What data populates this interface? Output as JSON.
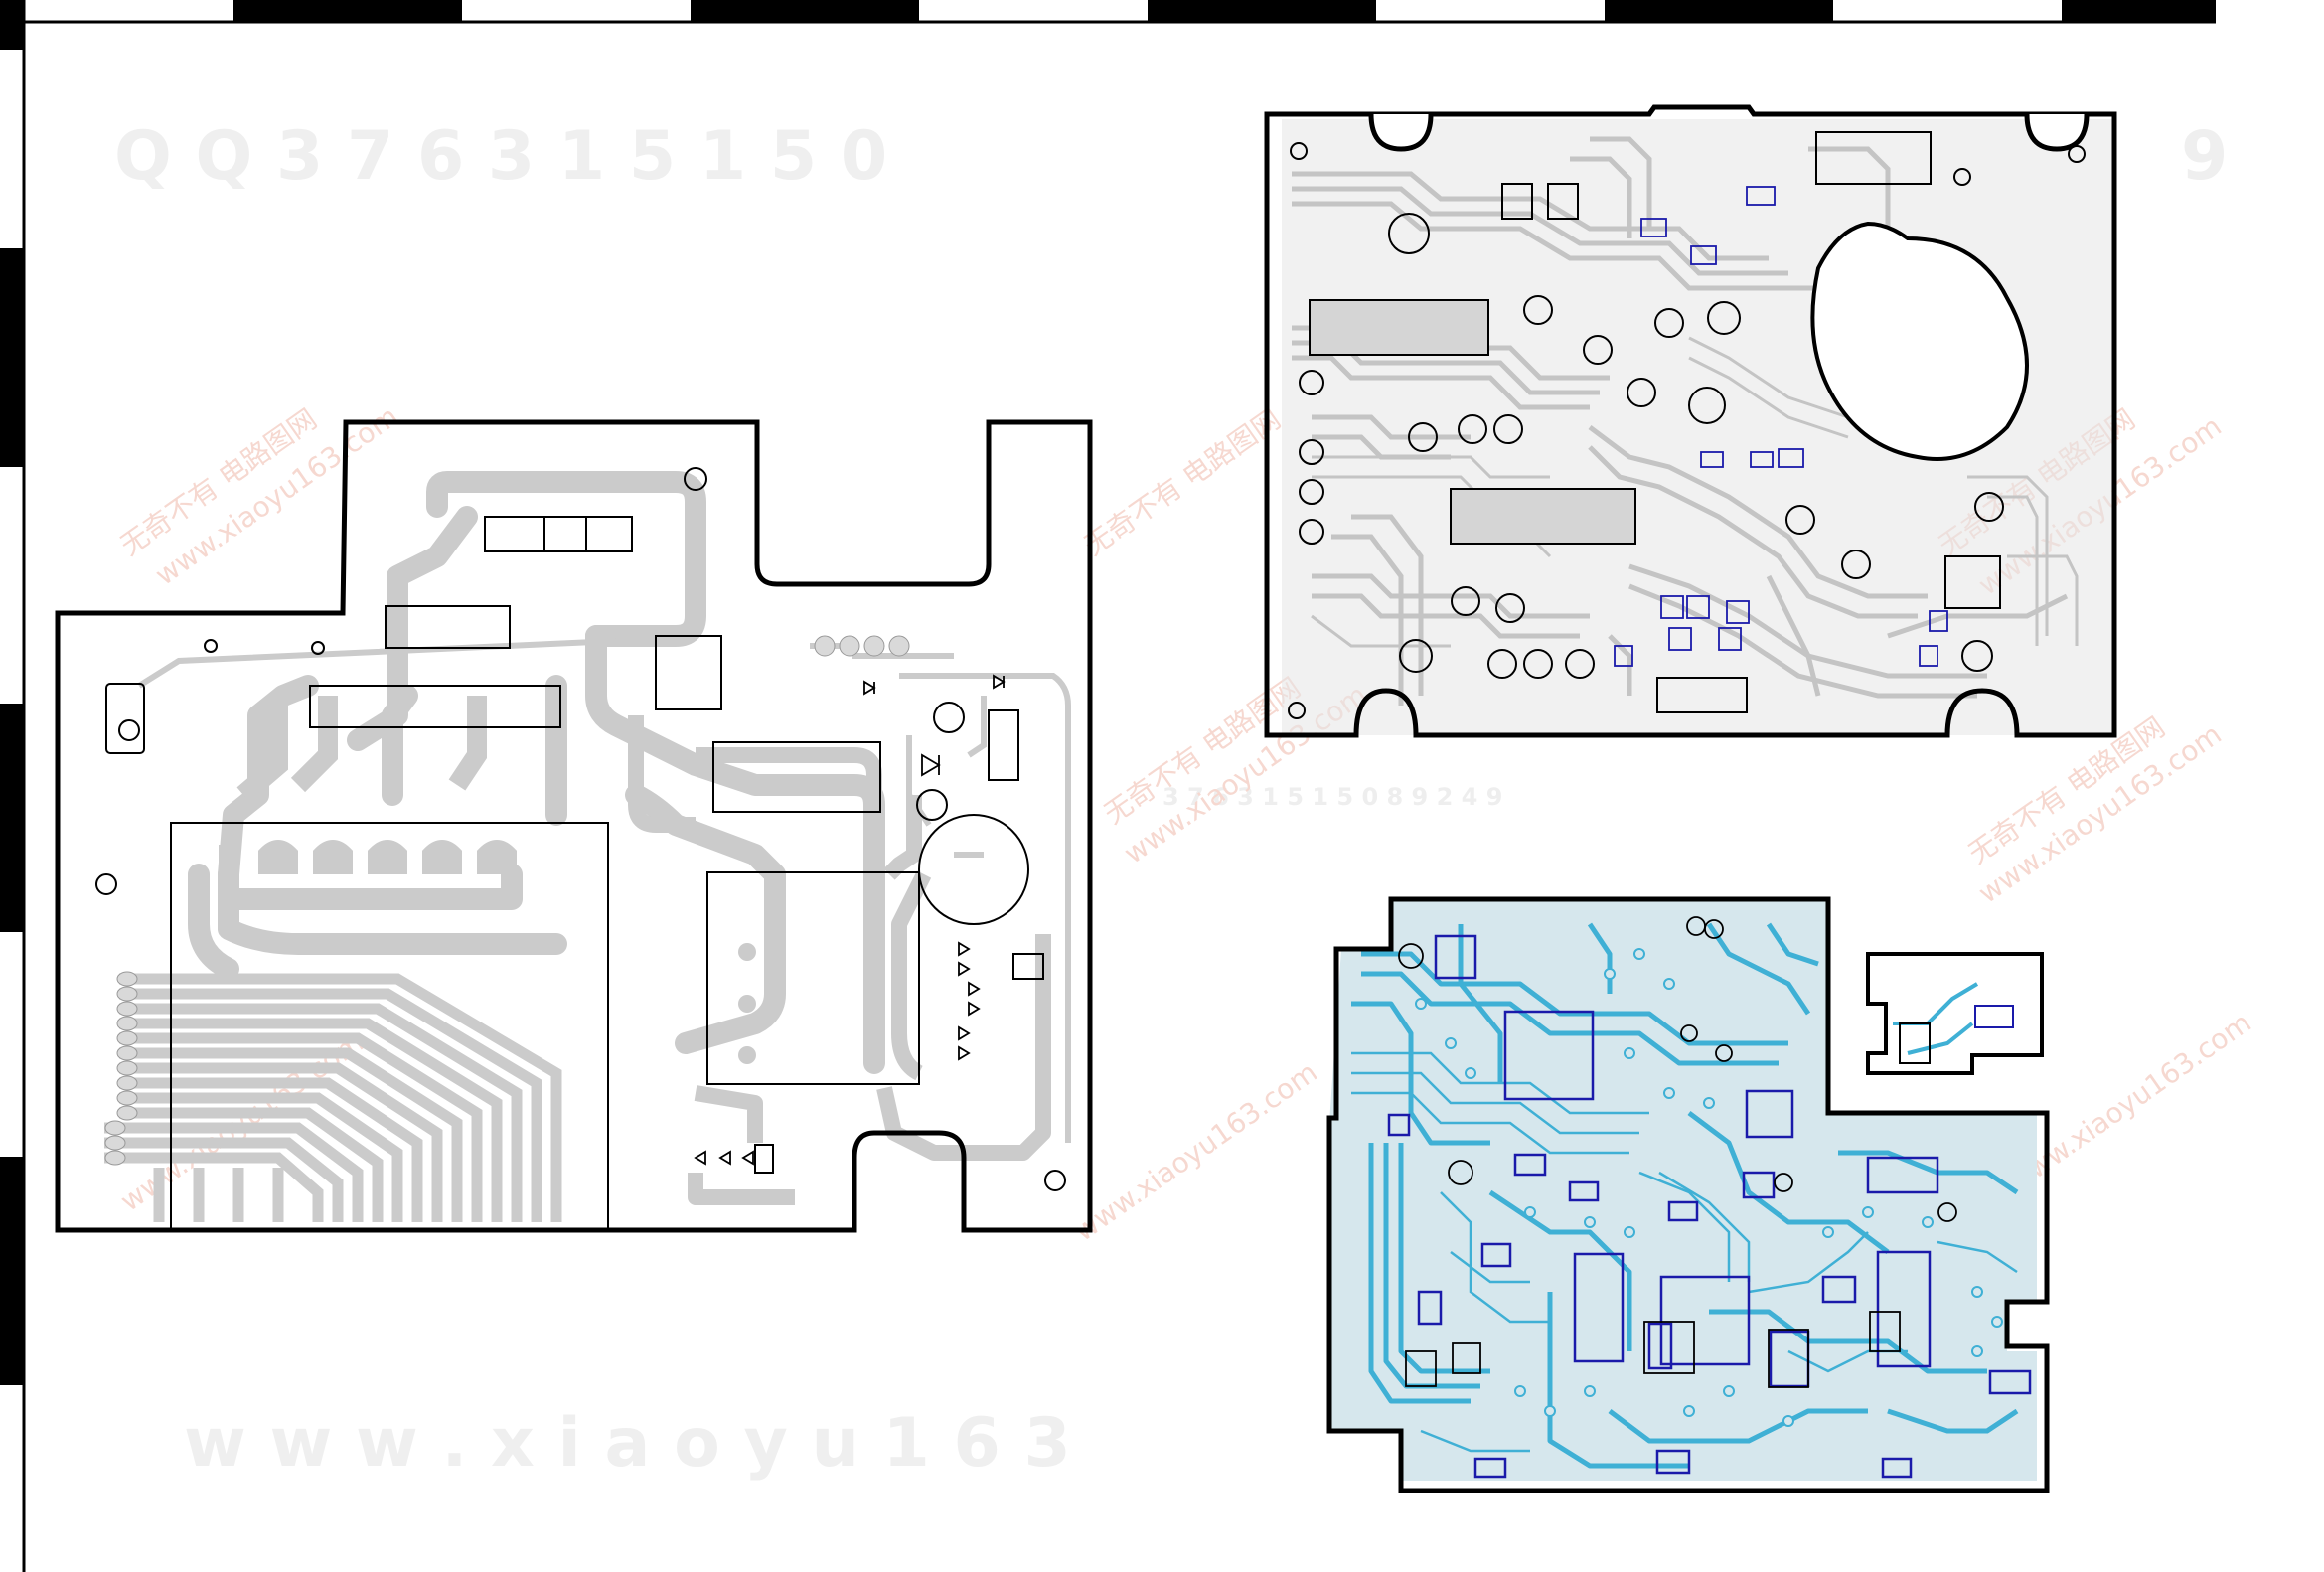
{
  "watermarks": {
    "top_digits": "Q Q 3 7 6 3 1 5 1 5 0",
    "top_right_digits": "9",
    "bottom_url": "w w w . x i a o y u 1 6 3",
    "mid_digits": "3 7 6 3 1 5 1 5 0 8 9 2 4 9",
    "diag_cn": "无奇不有 电路图网",
    "diag_url": "www.xiaoyu163.com"
  },
  "colors": {
    "trace_gray": "#c8c8c8",
    "trace_light": "#d9d9d9",
    "outline": "#000000",
    "component_blue": "#1a1aaa",
    "copper_cyan": "#4fb8d8"
  }
}
